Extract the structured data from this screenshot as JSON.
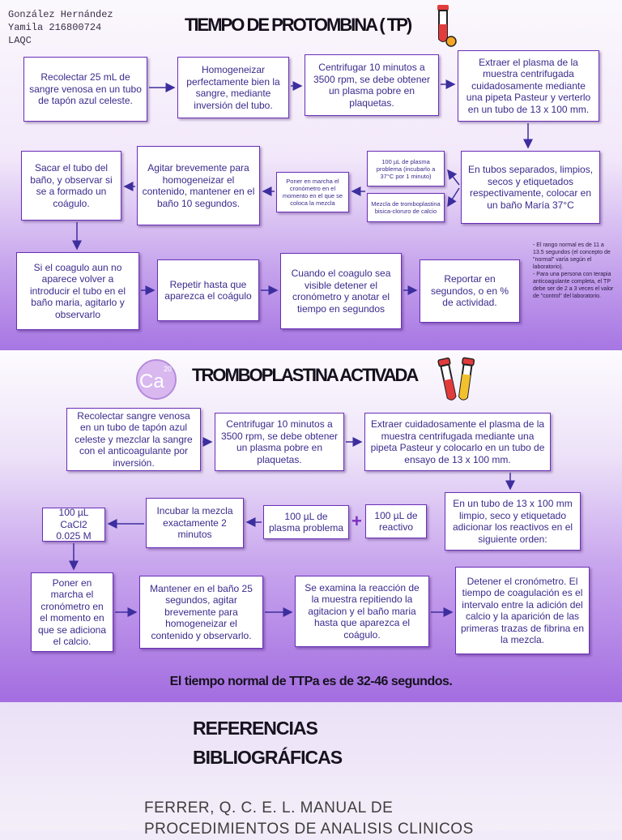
{
  "author": {
    "name": "González Hernández",
    "name2": "Yamila 216800724",
    "group": "LAQC"
  },
  "section1": {
    "title": "TIEMPO DE PROTOMBINA ( TP)",
    "steps": [
      "Recolectar 25 mL de sangre venosa en un tubo de tapón azul celeste.",
      "Homogeneizar perfectamente bien la sangre, mediante inversión del tubo.",
      "Centrifugar 10 minutos a 3500 rpm, se debe obtener un plasma pobre en plaquetas.",
      "Extraer el plasma de la muestra centrifugada cuidadosamente mediante una pipeta Pasteur y verterlo en un tubo de 13 x 100 mm.",
      "En tubos separados, limpios, secos y etiquetados respectivamente, colocar en un baño María 37°C",
      "100 µL de plasma problema (incubarlo a 37°C por 1 minuto)",
      "Mezcla de tromboplastina bisica-cloruro de calcio",
      "Poner en marcha el cronómetro en el momento en el que se coloca la mezcla",
      "Agitar brevemente para homogeneizar el contenido, mantener en el baño 10 segundos.",
      "Sacar el tubo del baño, y observar si se a formado un coágulo.",
      "Si el coagulo aun no aparece volver a introducir el tubo en el baño maria, agitarlo y observarlo",
      "Repetir hasta que aparezca el coágulo",
      "Cuando el coagulo sea visible detener el cronómetro y anotar el tiempo en segundos",
      "Reportar en segundos, o en % de actividad."
    ],
    "notes": [
      "- El rango normal es de 11 a 13.5 segundos (el concepto de \"normal\" varía según el laboratorio).",
      "- Para una persona con terapia anticoagulante completa, el TP debe ser de 2 a 3 veces el valor de \"control\" del laboratorio."
    ]
  },
  "section2": {
    "title": "TROMBOPLASTINA ACTIVADA",
    "ca_icon": {
      "symbol": "Ca",
      "number": "20"
    },
    "steps": [
      "Recolectar sangre venosa en un tubo de tapón azul celeste y mezclar la sangre con el anticoagulante por inversión.",
      "Centrifugar 10 minutos a 3500 rpm, se debe obtener un plasma pobre en plaquetas.",
      "Extraer cuidadosamente el plasma de la muestra centrifugada mediante una pipeta Pasteur y colocarlo en un tubo de ensayo de 13 x 100 mm.",
      "En un tubo de 13 x 100 mm limpio, seco y etiquetado adicionar los reactivos en el siguiente orden:",
      "100 µL de reactivo",
      "100 µL de plasma problema",
      "Incubar la mezcla exactamente 2 minutos",
      "100 µL CaCl2 0.025 M",
      "Poner en marcha el cronómetro en el momento en que se adiciona el calcio.",
      "Mantener en el baño 25 segundos, agitar brevemente para homogeneizar el contenido y observarlo.",
      "Se examina la reacción de la muestra repitiendo la agitacion y el baño maria hasta que aparezca el coágulo.",
      "Detener el cronómetro. El tiempo de coagulación es el intervalo entre la adición del calcio y la aparición de las primeras trazas de fibrina en la mezcla."
    ],
    "plus": "+",
    "normal_time": "El tiempo normal de TTPa es de 32-46 segundos."
  },
  "references": {
    "title_line1": "REFERENCIAS",
    "title_line2": "BIBLIOGRÁFICAS",
    "entry_line1": "FERRER, Q. C. E. L. MANUAL DE",
    "entry_line2": "PROCEDIMIENTOS DE ANALISIS CLINICOS"
  },
  "colors": {
    "box_border": "#6a2fb8",
    "box_text": "#3c2a8c",
    "arrow": "#3d2e9e",
    "accent": "#a776e3"
  }
}
